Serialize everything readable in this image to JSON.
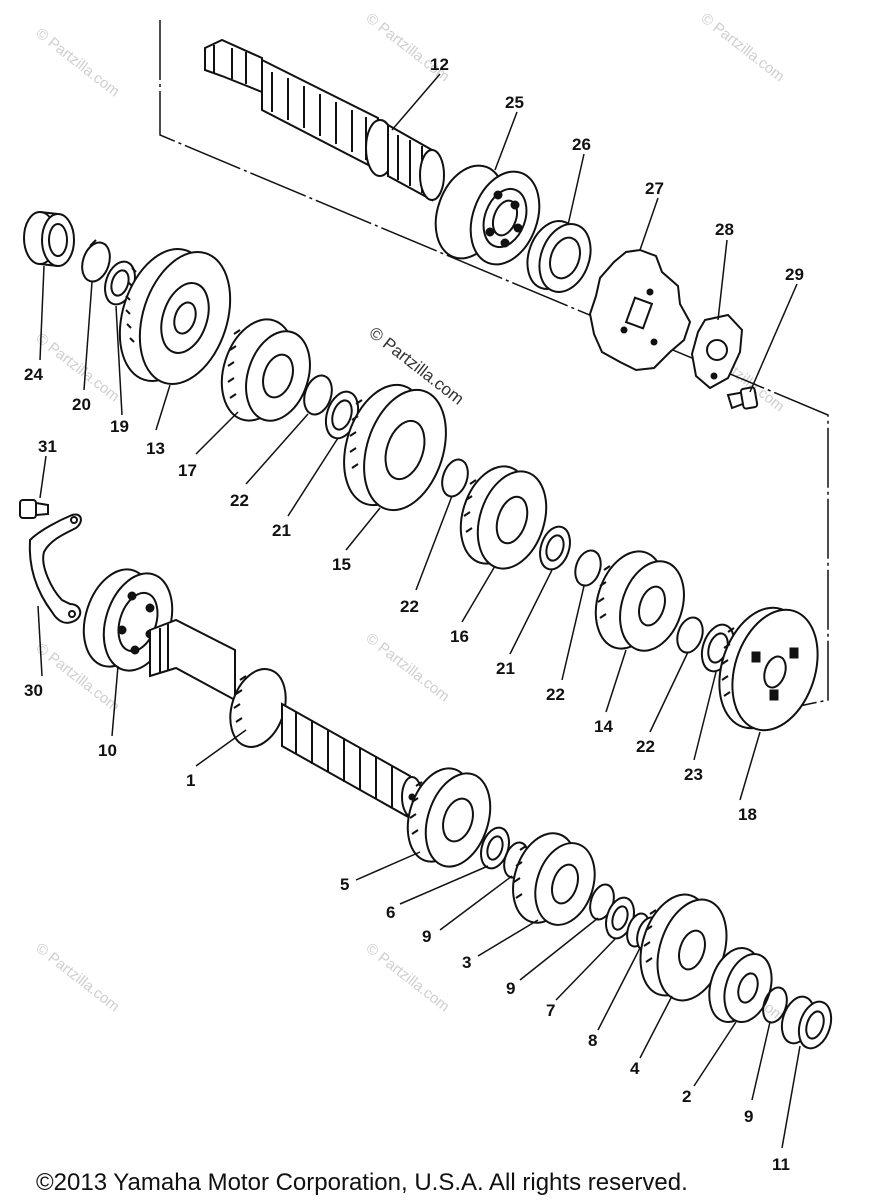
{
  "part_labels": {
    "p1": "1",
    "p2": "2",
    "p3": "3",
    "p4": "4",
    "p5": "5",
    "p6": "6",
    "p7": "7",
    "p8": "8",
    "p9a": "9",
    "p9b": "9",
    "p9c": "9",
    "p10": "10",
    "p11": "11",
    "p12": "12",
    "p13": "13",
    "p14": "14",
    "p15": "15",
    "p16": "16",
    "p17": "17",
    "p18": "18",
    "p19": "19",
    "p20": "20",
    "p21a": "21",
    "p21b": "21",
    "p22a": "22",
    "p22b": "22",
    "p22c": "22",
    "p22d": "22",
    "p23": "23",
    "p24": "24",
    "p25": "25",
    "p26": "26",
    "p27": "27",
    "p28": "28",
    "p29": "29",
    "p30": "30",
    "p31": "31"
  },
  "watermark": {
    "center": "© Partzilla.com",
    "tile": "© Partzilla.com"
  },
  "footer": {
    "copyright": "©2013  Yamaha Motor Corporation, U.S.A. All rights reserved."
  }
}
